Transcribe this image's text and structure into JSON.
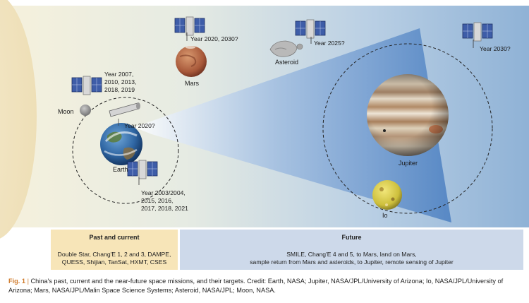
{
  "labels": {
    "moon": "Moon",
    "earth": "Earth",
    "mars": "Mars",
    "asteroid": "Asteroid",
    "jupiter": "Jupiter",
    "io": "Io",
    "moon_years": [
      "Year 2007,",
      "2010, 2013,",
      "2018, 2019"
    ],
    "station_year": "Year 2020?",
    "earth_years": [
      "Year 2003/2004,",
      "2015, 2016,",
      "2017, 2018, 2021"
    ],
    "mars_year": "Year 2020, 2030?",
    "asteroid_year": "Year 2025?",
    "jupiter_year": "Year 2030?"
  },
  "past_box": {
    "title": "Past and current",
    "lines": [
      "Double Star, Chang'E 1, 2 and 3, DAMPE,",
      "QUESS, Shijian, TanSat, HXMT, CSES"
    ]
  },
  "future_box": {
    "title": "Future",
    "lines": [
      "SMILE, Chang'E 4 and 5, to Mars, land on Mars,",
      "sample return from Mars and asteroids, to Jupiter, remote sensing of Jupiter"
    ]
  },
  "caption": {
    "label": "Fig. 1",
    "separator": "|",
    "text": "China's past, current and the near-future space missions, and their targets. Credit: Earth, NASA; Jupiter, NASA/JPL/University of Arizona; Io, NASA/JPL/University of Arizona; Mars, NASA/JPL/Malin Space Science Systems; Asteroid, NASA/JPL; Moon, NASA."
  },
  "colors": {
    "sun": "#f3e6c6",
    "background_left": "#f6f1dc",
    "background_right": "#8fb2d6",
    "past_box": "#f7e5b8",
    "future_box": "#cdd9ea",
    "caption_accent": "#d07a2a"
  }
}
